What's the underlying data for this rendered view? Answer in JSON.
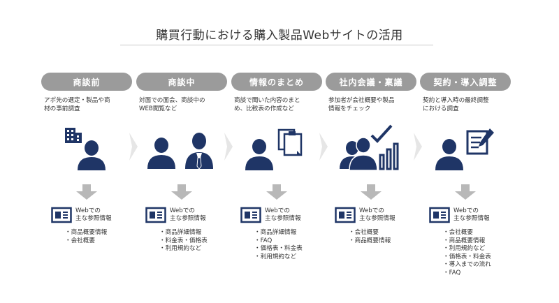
{
  "title": "購買行動における購入製品Webサイトの活用",
  "stages": [
    {
      "label": "商談前",
      "description": "アポ先の選定・製品や商\n材の事前調査",
      "ref_label_1": "Webでの",
      "ref_label_2": "主な参照情報",
      "items": [
        "商品概要情報",
        "会社概要"
      ]
    },
    {
      "label": "商談中",
      "description": "対面での面会、商談中の\nWEB閲覧など",
      "ref_label_1": "Webでの",
      "ref_label_2": "主な参照情報",
      "items": [
        "商品詳細情報",
        "料金表・価格表",
        "利用規約など"
      ]
    },
    {
      "label": "情報のまとめ",
      "description": "商談で聞いた内容のまと\nめ、比較表の作成など",
      "ref_label_1": "Webでの",
      "ref_label_2": "主な参照情報",
      "items": [
        "商品詳細情報",
        "FAQ",
        "価格表・料金表",
        "利用規約など"
      ]
    },
    {
      "label": "社内会議・稟議",
      "description": "参加者が会社概要や製品\n情報をチェック",
      "ref_label_1": "Webでの",
      "ref_label_2": "主な参照情報",
      "items": [
        "会社概要",
        "商品概要情報"
      ]
    },
    {
      "label": "契約・導入調整",
      "description": "契約と導入時の最終調整\nにおける調査",
      "ref_label_1": "Webでの",
      "ref_label_2": "主な参照情報",
      "items": [
        "会社概要",
        "商品概要情報",
        "利用規約など",
        "価格表・料金表",
        "導入までの流れ",
        "FAQ"
      ]
    }
  ],
  "colors": {
    "navy": "#1f3566",
    "pill_gray": "#9b9b9b",
    "arrow_gray": "#b8b8b8",
    "chevron_gray": "#e6e6e6"
  }
}
